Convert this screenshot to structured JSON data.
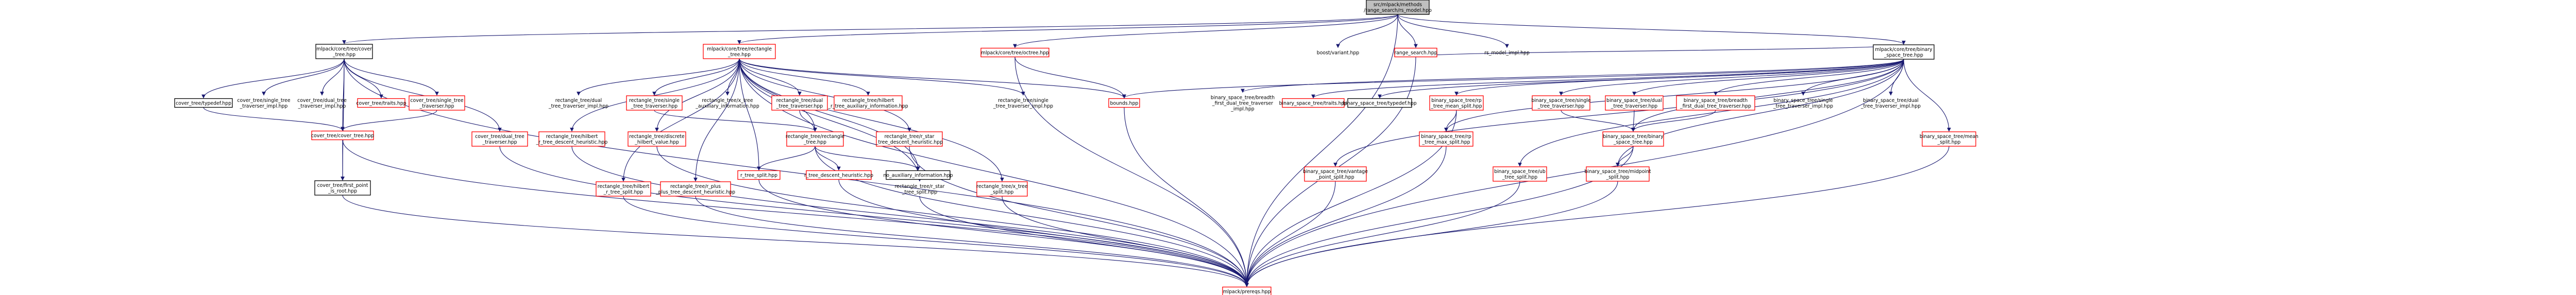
{
  "colors": {
    "edge": "#191970",
    "missing_file_border": "#ff0000",
    "file_border": "#000000",
    "root_fill": "#bfbfbf"
  },
  "nodes": {
    "root": {
      "lines": [
        "src/mlpack/methods",
        "/range_search/rs_model.hpp"
      ],
      "kind": "root"
    },
    "cover_tree": {
      "lines": [
        "mlpack/core/tree/cover",
        "_tree.hpp"
      ],
      "kind": "black"
    },
    "rect_tree": {
      "lines": [
        "mlpack/core/tree/rectangle",
        "_tree.hpp"
      ],
      "kind": "red"
    },
    "octree": {
      "lines": [
        "mlpack/core/tree/octree.hpp"
      ],
      "kind": "red"
    },
    "boost_variant": {
      "lines": [
        "boost/variant.hpp"
      ],
      "kind": "plain"
    },
    "range_search": {
      "lines": [
        "range_search.hpp"
      ],
      "kind": "red"
    },
    "rs_model_impl": {
      "lines": [
        "rs_model_impl.hpp"
      ],
      "kind": "plain"
    },
    "bst": {
      "lines": [
        "mlpack/core/tree/binary",
        "_space_tree.hpp"
      ],
      "kind": "black"
    },
    "ct_typedef": {
      "lines": [
        "cover_tree/typedef.hpp"
      ],
      "kind": "black"
    },
    "ct_single_trav_impl": {
      "lines": [
        "cover_tree/single_tree",
        "_traverser_impl.hpp"
      ],
      "kind": "plain"
    },
    "ct_dual_trav_impl": {
      "lines": [
        "cover_tree/dual_tree",
        "_traverser_impl.hpp"
      ],
      "kind": "plain"
    },
    "ct_traits": {
      "lines": [
        "cover_tree/traits.hpp"
      ],
      "kind": "red"
    },
    "ct_single_trav": {
      "lines": [
        "cover_tree/single_tree",
        "_traverser.hpp"
      ],
      "kind": "red"
    },
    "ct_cover_tree": {
      "lines": [
        "cover_tree/cover_tree.hpp"
      ],
      "kind": "red"
    },
    "ct_dual_trav": {
      "lines": [
        "cover_tree/dual_tree",
        "_traverser.hpp"
      ],
      "kind": "red"
    },
    "ct_first_point": {
      "lines": [
        "cover_tree/first_point",
        "_is_root.hpp"
      ],
      "kind": "black"
    },
    "rt_hilbert_desc": {
      "lines": [
        "rectangle_tree/hilbert",
        "_r_tree_descent_heuristic.hpp"
      ],
      "kind": "red"
    },
    "rt_hilbert_split": {
      "lines": [
        "rectangle_tree/hilbert",
        "_r_tree_split.hpp"
      ],
      "kind": "red"
    },
    "rt_dual_trav_impl": {
      "lines": [
        "rectangle_tree/dual",
        "_tree_traverser_impl.hpp"
      ],
      "kind": "plain"
    },
    "rt_discrete_hilbert": {
      "lines": [
        "rectangle_tree/discrete",
        "_hilbert_value.hpp"
      ],
      "kind": "red"
    },
    "rt_single_trav": {
      "lines": [
        "rectangle_tree/single",
        "_tree_traverser.hpp"
      ],
      "kind": "red"
    },
    "rt_rplus_desc": {
      "lines": [
        "rectangle_tree/r_plus",
        "_plus_tree_descent_heuristic.hpp"
      ],
      "kind": "red"
    },
    "rt_rtree_aux": {
      "lines": [
        "rectangle_tree/x_tree",
        "_auxiliary_information.hpp"
      ],
      "kind": "plain"
    },
    "rt_dual_trav": {
      "lines": [
        "rectangle_tree/dual",
        "_tree_traverser.hpp"
      ],
      "kind": "red"
    },
    "rt_hilbert_aux": {
      "lines": [
        "rectangle_tree/hilbert",
        "_r_tree_auxiliary_information.hpp"
      ],
      "kind": "red"
    },
    "rt_rect": {
      "lines": [
        "rectangle_tree/rectangle",
        "_tree.hpp"
      ],
      "kind": "red"
    },
    "rt_rstar_desc": {
      "lines": [
        "rectangle_tree/r_star",
        "_tree_descent_heuristic.hpp"
      ],
      "kind": "red"
    },
    "rt_r_split": {
      "lines": [
        "r_tree_split.hpp"
      ],
      "kind": "red"
    },
    "rt_r_desc": {
      "lines": [
        "r_tree_descent_heuristic.hpp"
      ],
      "kind": "red"
    },
    "rt_no_aux": {
      "lines": [
        "no_auxiliary_information.hpp"
      ],
      "kind": "black"
    },
    "rt_rstar_split": {
      "lines": [
        "rectangle_tree/r_star",
        "_tree_split.hpp"
      ],
      "kind": "plain"
    },
    "rt_x_split": {
      "lines": [
        "rectangle_tree/x_tree",
        "_split.hpp"
      ],
      "kind": "red"
    },
    "rt_single_trav_impl": {
      "lines": [
        "rectangle_tree/single",
        "_tree_traverser_impl.hpp"
      ],
      "kind": "plain"
    },
    "bounds": {
      "lines": [
        "bounds.hpp"
      ],
      "kind": "red"
    },
    "bst_breadth_trav_impl": {
      "lines": [
        "binary_space_tree/breadth",
        "_first_dual_tree_traverser",
        "_impl.hpp"
      ],
      "kind": "plain"
    },
    "bst_traits": {
      "lines": [
        "binary_space_tree/traits.hpp"
      ],
      "kind": "red"
    },
    "bst_typedef": {
      "lines": [
        "binary_space_tree/typedef.hpp"
      ],
      "kind": "black"
    },
    "bst_rp_mean": {
      "lines": [
        "binary_space_tree/rp",
        "_tree_mean_split.hpp"
      ],
      "kind": "red"
    },
    "bst_rp_max": {
      "lines": [
        "binary_space_tree/rp",
        "_tree_max_split.hpp"
      ],
      "kind": "red"
    },
    "bst_vantage": {
      "lines": [
        "binary_space_tree/vantage",
        "_point_split.hpp"
      ],
      "kind": "red"
    },
    "bst_ub": {
      "lines": [
        "binary_space_tree/ub",
        "_tree_split.hpp"
      ],
      "kind": "red"
    },
    "bst_single_trav": {
      "lines": [
        "binary_space_tree/single",
        "_tree_traverser.hpp"
      ],
      "kind": "red"
    },
    "bst_dual_trav": {
      "lines": [
        "binary_space_tree/dual",
        "_tree_traverser.hpp"
      ],
      "kind": "red"
    },
    "bst_breadth_trav": {
      "lines": [
        "binary_space_tree/breadth",
        "_first_dual_tree_traverser.hpp"
      ],
      "kind": "red"
    },
    "bst_bst": {
      "lines": [
        "binary_space_tree/binary",
        "_space_tree.hpp"
      ],
      "kind": "red"
    },
    "bst_midpoint": {
      "lines": [
        "binary_space_tree/midpoint",
        "_split.hpp"
      ],
      "kind": "red"
    },
    "bst_single_trav_impl": {
      "lines": [
        "binary_space_tree/single",
        "_tree_traverser_impl.hpp"
      ],
      "kind": "plain"
    },
    "bst_dual_trav_impl": {
      "lines": [
        "binary_space_tree/dual",
        "_tree_traverser_impl.hpp"
      ],
      "kind": "plain"
    },
    "bst_mean_split": {
      "lines": [
        "binary_space_tree/mean",
        "_split.hpp"
      ],
      "kind": "red"
    },
    "prereqs": {
      "lines": [
        "mlpack/prereqs.hpp"
      ],
      "kind": "red"
    }
  }
}
